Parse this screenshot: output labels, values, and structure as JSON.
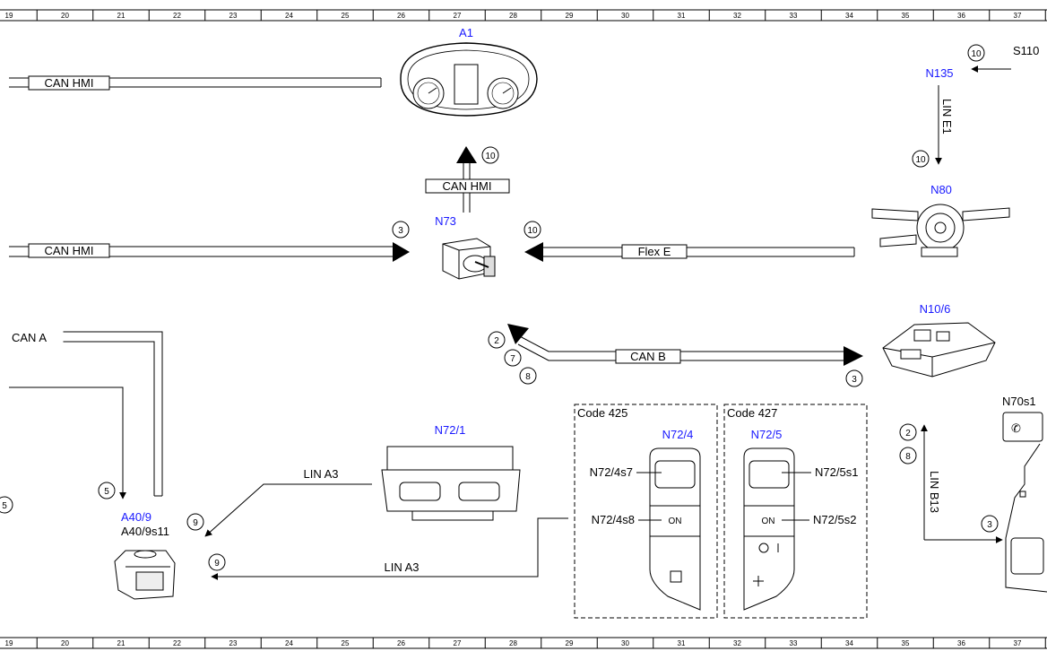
{
  "ruler": {
    "columns": [
      "19",
      "20",
      "21",
      "22",
      "23",
      "24",
      "25",
      "26",
      "27",
      "28",
      "29",
      "30",
      "31",
      "32",
      "33",
      "34",
      "35",
      "36",
      "37"
    ]
  },
  "components": {
    "a1": "A1",
    "n73": "N73",
    "n135": "N135",
    "s110": "S110",
    "n80": "N80",
    "n10_6": "N10/6",
    "n70s1": "N70s1",
    "n72_1": "N72/1",
    "n72_4": "N72/4",
    "n72_5": "N72/5",
    "a40_9": "A40/9",
    "a40_9s11": "A40/9s11"
  },
  "buses": {
    "can_hmi_top": "CAN HMI",
    "can_hmi_up": "CAN HMI",
    "can_hmi_mid": "CAN HMI",
    "flex_e": "Flex E",
    "lin_e1": "LIN E1",
    "can_a": "CAN A",
    "can_b": "CAN B",
    "lin_a3_upper": "LIN A3",
    "lin_a3_lower": "LIN A3",
    "lin_b13": "LIN B13"
  },
  "codes": {
    "code_425": "Code 425",
    "code_427": "Code 427"
  },
  "switch_labels": {
    "n72_4s7": "N72/4s7",
    "n72_4s8": "N72/4s8",
    "n72_5s1": "N72/5s1",
    "n72_5s2": "N72/5s2",
    "on_left": "ON",
    "on_right": "ON"
  },
  "markers": {
    "m10_a1": "10",
    "m10_s110": "10",
    "m10_n80": "10",
    "m3_n73": "3",
    "m10_n73": "10",
    "m2": "2",
    "m7": "7",
    "m8": "8",
    "m3_n10": "3",
    "m2_linb": "2",
    "m8_linb": "8",
    "m3_linb": "3",
    "m5": "5",
    "m5_left": "5",
    "m9_upper": "9",
    "m9_lower": "9"
  }
}
